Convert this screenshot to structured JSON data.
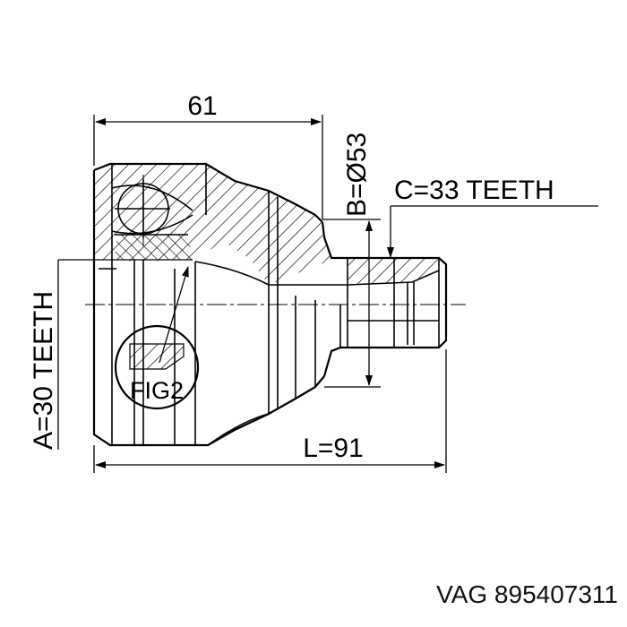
{
  "dimensions": {
    "top_length": "61",
    "diameter": "B=Ø53",
    "outer_spline": "C=33 TEETH",
    "inner_spline": "A=30 TEETH",
    "total_length": "L=91"
  },
  "callout": "FIG2",
  "caption": "VAG 895407311"
}
